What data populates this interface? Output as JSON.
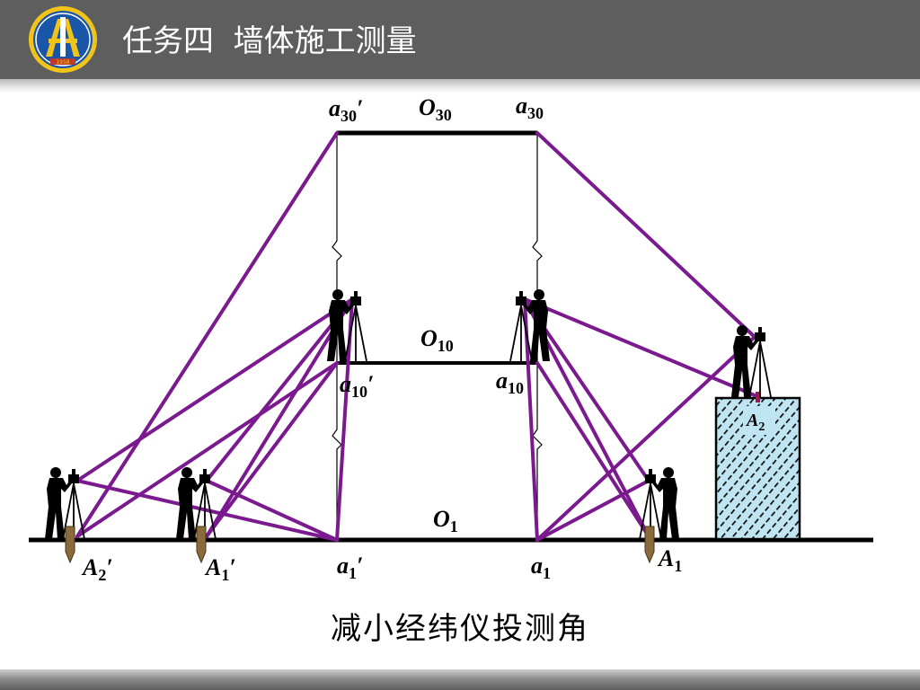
{
  "header": {
    "title": "任务四  墙体施工测量",
    "logo_text": "1958"
  },
  "diagram": {
    "labels": {
      "a30p": {
        "main": "a",
        "sub": "30",
        "prime": "′"
      },
      "o30": {
        "main": "O",
        "sub": "30",
        "prime": ""
      },
      "a30": {
        "main": "a",
        "sub": "30",
        "prime": ""
      },
      "o10": {
        "main": "O",
        "sub": "10",
        "prime": ""
      },
      "a10p": {
        "main": "a",
        "sub": "10",
        "prime": "′"
      },
      "a10": {
        "main": "a",
        "sub": "10",
        "prime": ""
      },
      "o1": {
        "main": "O",
        "sub": "1",
        "prime": ""
      },
      "a1p": {
        "main": "a",
        "sub": "1",
        "prime": "′"
      },
      "a1": {
        "main": "a",
        "sub": "1",
        "prime": ""
      },
      "A2p": {
        "main": "A",
        "sub": "2",
        "prime": "′"
      },
      "A1p": {
        "main": "A",
        "sub": "1",
        "prime": "′"
      },
      "A1": {
        "main": "A",
        "sub": "1",
        "prime": ""
      },
      "A2": {
        "main": "A",
        "sub": "2",
        "prime": ""
      }
    }
  },
  "caption": "减小经纬仪投测角",
  "colors": {
    "sight_line": "#7a1a8e",
    "header_bg": "#5e5e5e",
    "building_fill": "#bfe4f2",
    "building_hatch": "#111111",
    "stake": "#8b6a3d"
  }
}
